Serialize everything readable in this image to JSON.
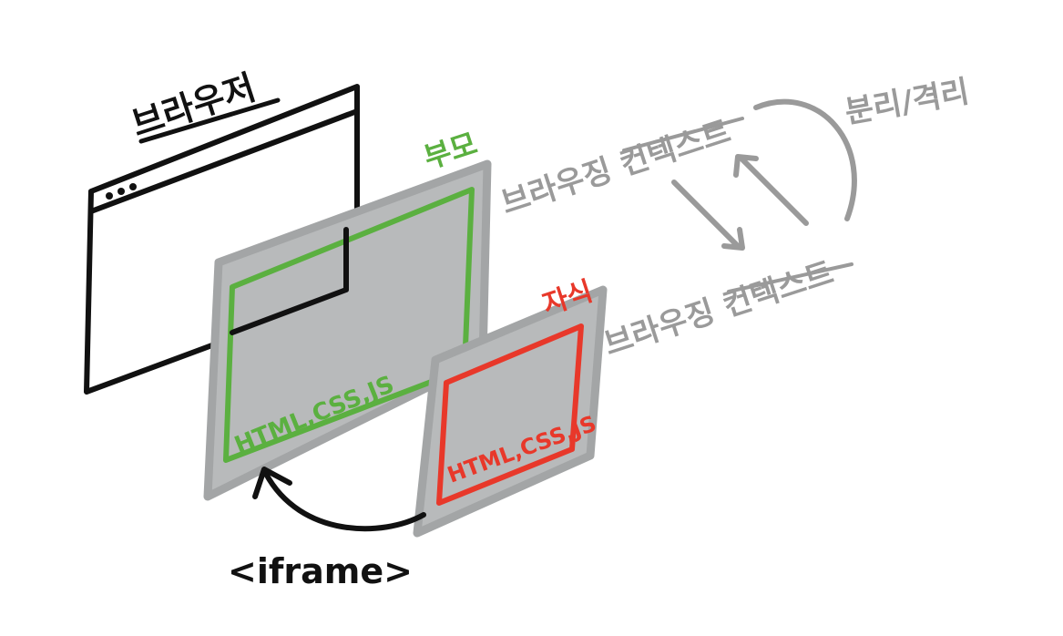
{
  "labels": {
    "browser": "브라우저",
    "parent": "부모",
    "parent_context": "브라우징 컨텍스트",
    "parent_code": "HTML,CSS,JS",
    "child": "자식",
    "child_context": "브라우징 컨텍스트",
    "child_code": "HTML,CSS,JS",
    "separation": "분리/격리",
    "iframe": "<iframe>"
  },
  "colors": {
    "black": "#111111",
    "green": "#5bb040",
    "red": "#e8382a",
    "gray": "#9a9a9a",
    "pane": "#b8babb"
  },
  "icons": {
    "window_dots": "three-dots-icon",
    "cross_arrows": "crossed-arrows-icon",
    "curved_arrow": "curved-arrow-icon"
  }
}
